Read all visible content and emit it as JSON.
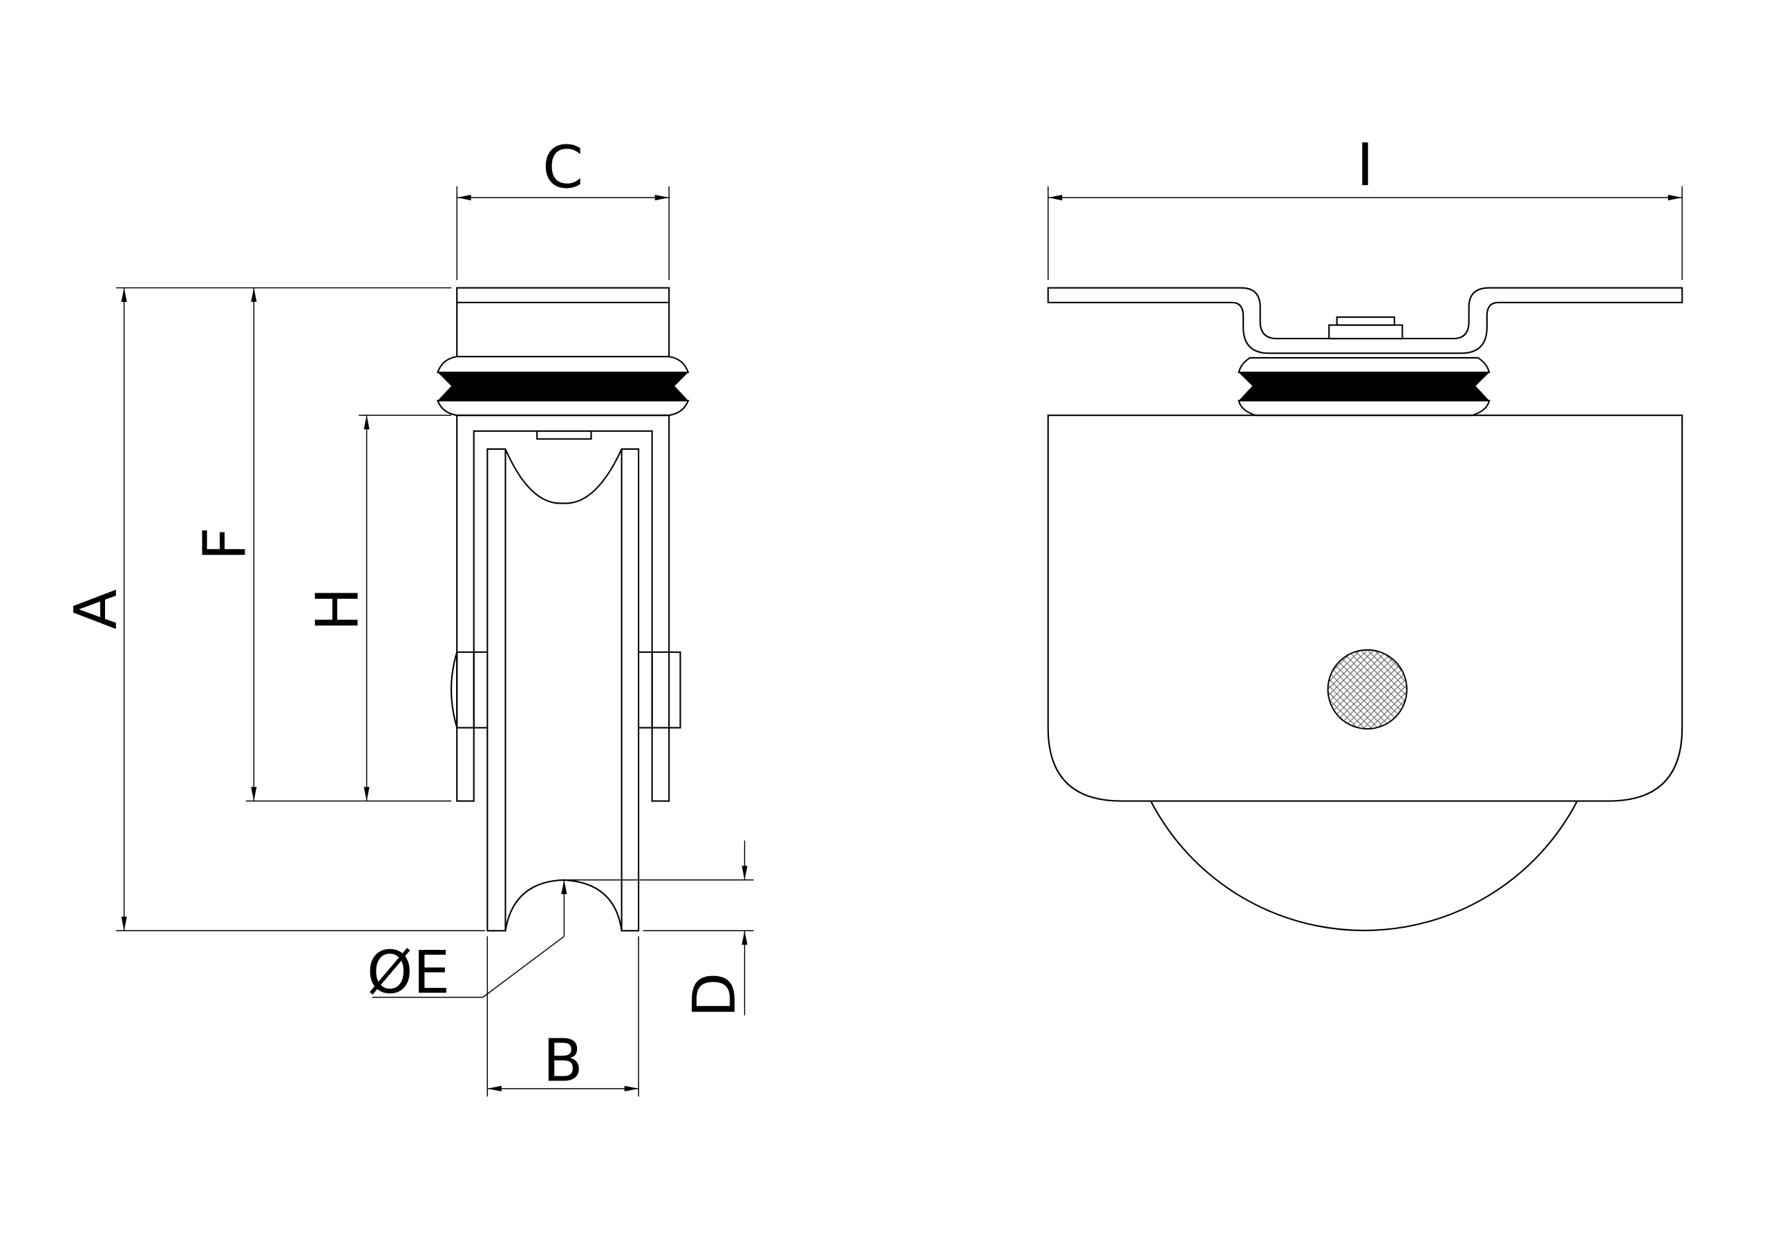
{
  "labels": {
    "A": "A",
    "B": "B",
    "C": "C",
    "D": "D",
    "E": "ØE",
    "F": "F",
    "H": "H",
    "I": "I"
  },
  "colors": {
    "line": "#000000",
    "ring": "#000000",
    "background": "#ffffff"
  }
}
